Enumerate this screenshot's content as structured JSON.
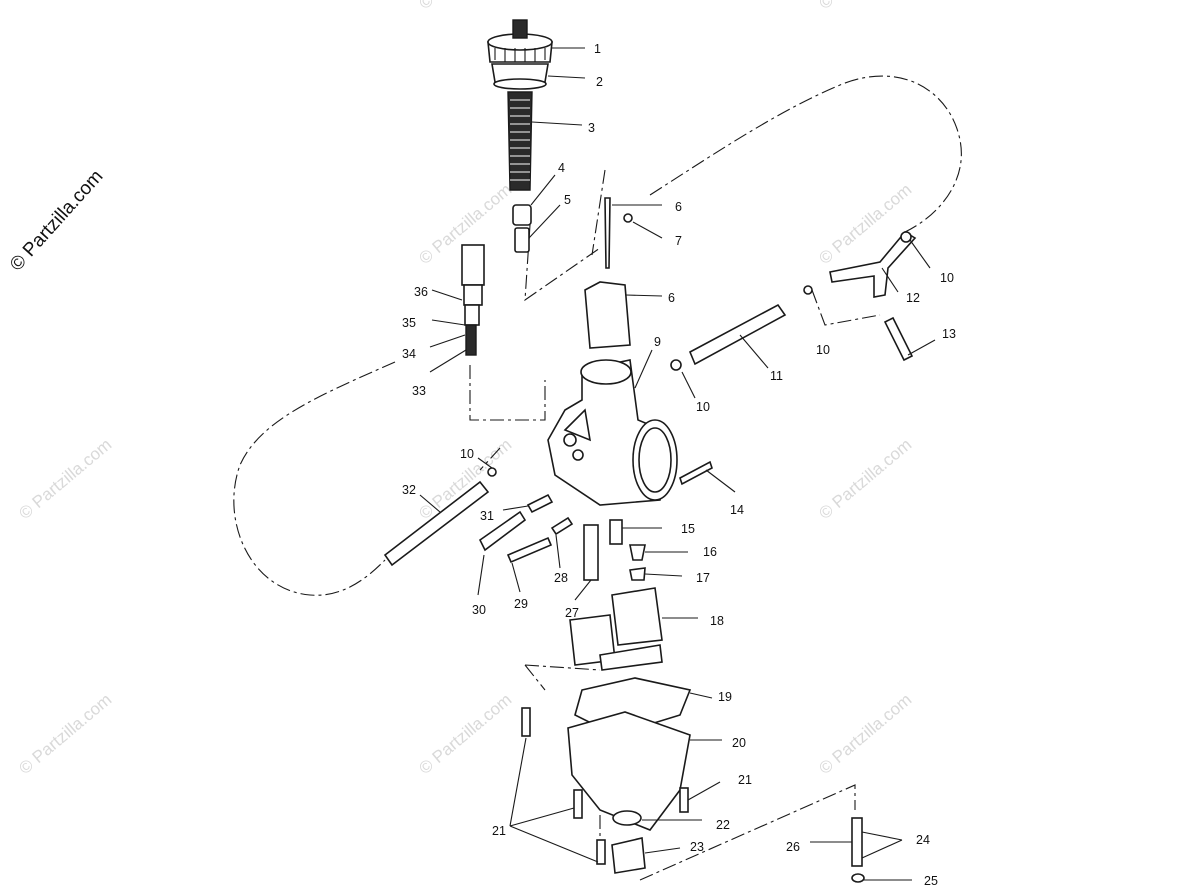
{
  "copyright": "© Partzilla.com",
  "watermark": "© Partzilla.com",
  "callouts": [
    "1",
    "2",
    "3",
    "4",
    "5",
    "6",
    "7",
    "6",
    "9",
    "10",
    "12",
    "10",
    "13",
    "11",
    "10",
    "36",
    "35",
    "34",
    "33",
    "10",
    "32",
    "31",
    "14",
    "15",
    "16",
    "30",
    "29",
    "28",
    "17",
    "27",
    "18",
    "19",
    "20",
    "21",
    "21",
    "22",
    "23",
    "24",
    "26",
    "25"
  ]
}
